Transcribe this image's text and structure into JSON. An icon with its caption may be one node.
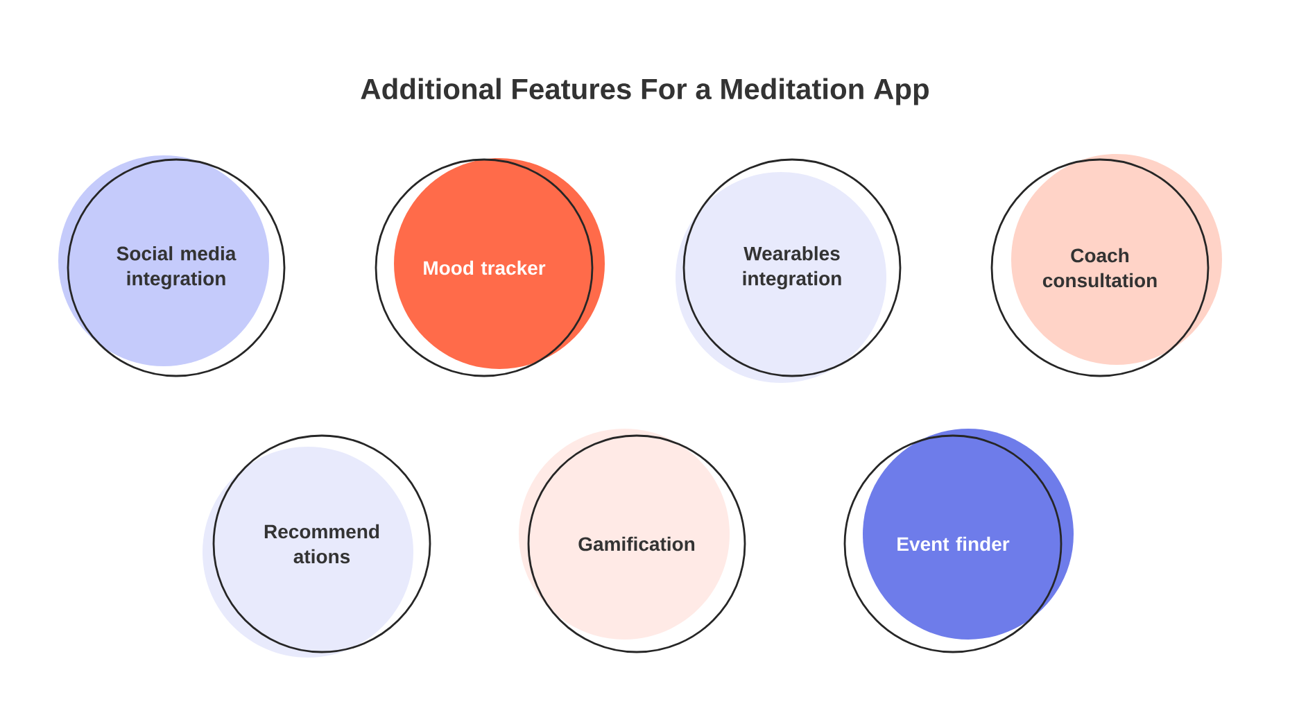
{
  "diagram": {
    "title": "Additional Features For a Meditation App",
    "nodes": [
      {
        "text": [
          "Social media integration"
        ]
      },
      {
        "text": [
          "Mood tracker"
        ]
      },
      {
        "text": [
          "Wearables integration"
        ]
      },
      {
        "text": [
          "Coach consultation"
        ]
      },
      {
        "text": [
          "Recommend ations"
        ]
      },
      {
        "text": [
          "Gamification"
        ]
      },
      {
        "text": [
          "Event finder"
        ]
      }
    ]
  }
}
